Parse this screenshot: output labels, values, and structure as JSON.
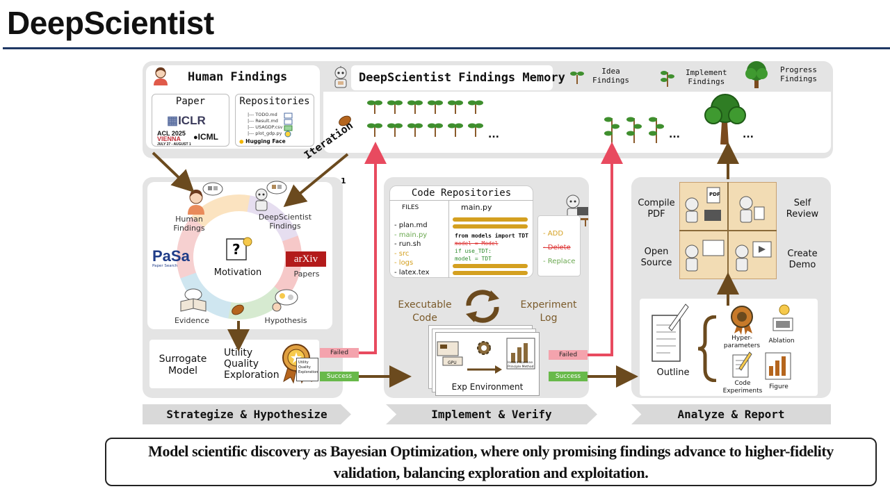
{
  "title": "DeepScientist",
  "top": {
    "human_findings": "Human Findings",
    "paper_label": "Paper",
    "repositories_label": "Repositories",
    "iclr": "ICLR",
    "acl": "ACL 2025",
    "acl_place": "VIENNA",
    "acl_date": "JULY 27 - AUGUST 1",
    "icml": "ICML",
    "repo_files": [
      "|--- TODO.md",
      "|--- Result.md",
      "|--- USAGDP.csv",
      "|--- plot_gdp.py"
    ],
    "hugging_face": "Hugging Face",
    "memory_title": "DeepScientist Findings Memory",
    "legend": [
      "Idea\nFindings",
      "Implement\nFindings",
      "Progress\nFindings"
    ],
    "ellipsis": "..."
  },
  "iteration": {
    "label": "Iteration",
    "mult": "× 1"
  },
  "strategize": {
    "human_findings": "Human\nFindings",
    "ds_findings": "DeepScientist\nFindings",
    "motivation": "Motivation",
    "posa": "PaSa",
    "posa_sub": "Paper Search",
    "arxiv": "arXiv",
    "papers": "Papers",
    "evidence": "Evidence",
    "hypothesis": "Hypothesis",
    "surrogate": "Surrogate\nModel",
    "utility": "Utility\nQuality\nExploration",
    "badge_small": "Utility\nQuality\nExploration",
    "stage_label": "Strategize & Hypothesize"
  },
  "implement": {
    "code_repos": "Code Repositories",
    "files_header": "FILES",
    "mainpy_header": "main.py",
    "files": [
      "- plan.md",
      "- main.py",
      "- run.sh",
      "- src",
      "- logs",
      "- latex.tex"
    ],
    "code_lines": [
      "from models import TDT",
      "model = Model",
      "if use_TDT:",
      "model = TDT"
    ],
    "ops": [
      "- ADD",
      "- Delete",
      "- Replace"
    ],
    "executable": "Executable\nCode",
    "experiment_log": "Experiment\nLog",
    "exp_env": "Exp Environment",
    "gpu": "GPU",
    "chart_caption": "Instant Baseline\nPrinciple Method",
    "stage_label": "Implement & Verify"
  },
  "analyze": {
    "compile_pdf": "Compile\nPDF",
    "self_review": "Self\nReview",
    "open_source": "Open\nSource",
    "create_demo": "Create\nDemo",
    "pdf": "PDF",
    "outline": "Outline",
    "hyper": "Hyper-\nparameters",
    "ablation": "Ablation",
    "code_exp": "Code\nExperiments",
    "figure": "Figure",
    "stage_label": "Analyze & Report"
  },
  "status": {
    "failed": "Failed",
    "success": "Success"
  },
  "caption": "Model scientific discovery as Bayesian Optimization, where only promising findings advance to higher-fidelity validation, balancing exploration and exploitation.",
  "colors": {
    "rule": "#1f3864",
    "panel": "#e4e4e4",
    "arrow_brown": "#6b4a1e",
    "arrow_red": "#e84a5f",
    "sprout": "#3f8f2e",
    "tree": "#2f7d24",
    "success": "#68b94a",
    "failed": "#f4a3ad"
  }
}
